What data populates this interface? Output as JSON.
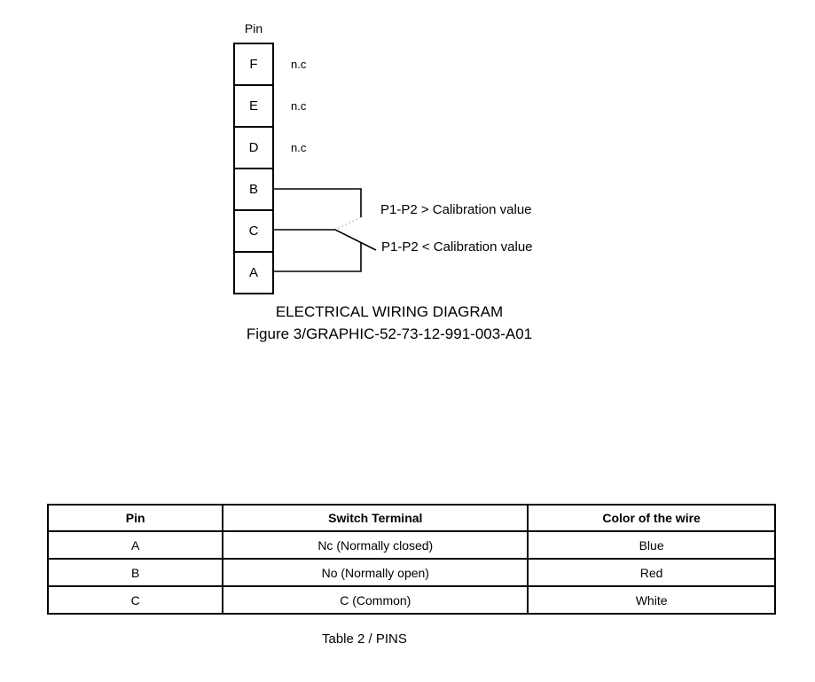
{
  "diagram": {
    "pin_header": "Pin",
    "pins": [
      {
        "label": "F",
        "note": "n.c"
      },
      {
        "label": "E",
        "note": "n.c"
      },
      {
        "label": "D",
        "note": "n.c"
      },
      {
        "label": "B",
        "note": ""
      },
      {
        "label": "C",
        "note": ""
      },
      {
        "label": "A",
        "note": ""
      }
    ],
    "wire_labels": {
      "greater": "P1-P2 > Calibration value",
      "less": "P1-P2 < Calibration value"
    },
    "title": "ELECTRICAL WIRING DIAGRAM",
    "figure_caption": "Figure 3/GRAPHIC-52-73-12-991-003-A01"
  },
  "table": {
    "headers": [
      "Pin",
      "Switch Terminal",
      "Color of the wire"
    ],
    "rows": [
      [
        "A",
        "Nc (Normally closed)",
        "Blue"
      ],
      [
        "B",
        "No (Normally open)",
        "Red"
      ],
      [
        "C",
        "C (Common)",
        "White"
      ]
    ],
    "caption": "Table 2 / PINS"
  },
  "colors": {
    "ink": "#000000",
    "background": "#ffffff",
    "dotted_wire": "#9a9a9a"
  }
}
